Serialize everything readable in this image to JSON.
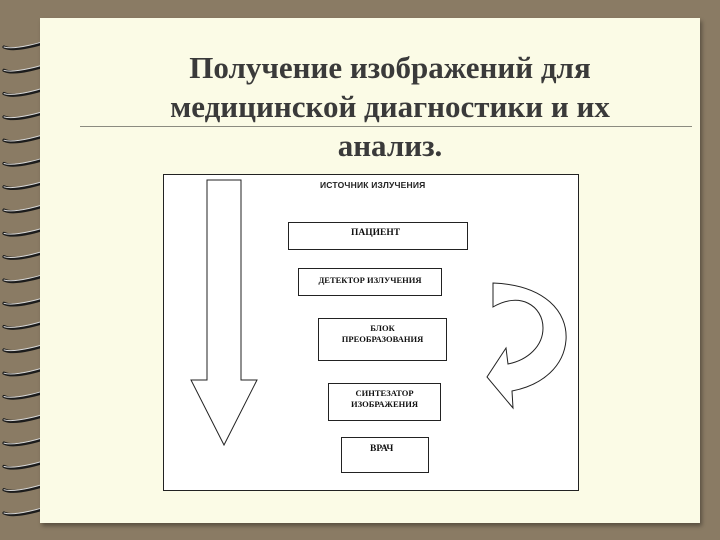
{
  "slide": {
    "title_lines": [
      "Получение изображений для",
      "медицинской диагностики и их",
      "анализ."
    ]
  },
  "diagram": {
    "source_label": "ИСТОЧНИК ИЗЛУЧЕНИЯ",
    "boxes": {
      "patient": "ПАЦИЕНТ",
      "detector": "ДЕТЕКТОР ИЗЛУЧЕНИЯ",
      "conversion_1": "БЛОК",
      "conversion_2": "ПРЕОБРАЗОВАНИЯ",
      "synth_1": "СИНТЕЗАТОР",
      "synth_2": "ИЗОБРАЖЕНИЯ",
      "doctor": "ВРАЧ"
    }
  },
  "colors": {
    "background": "#8a7b64",
    "page": "#fbfbe6",
    "title": "#3a3a3a"
  }
}
